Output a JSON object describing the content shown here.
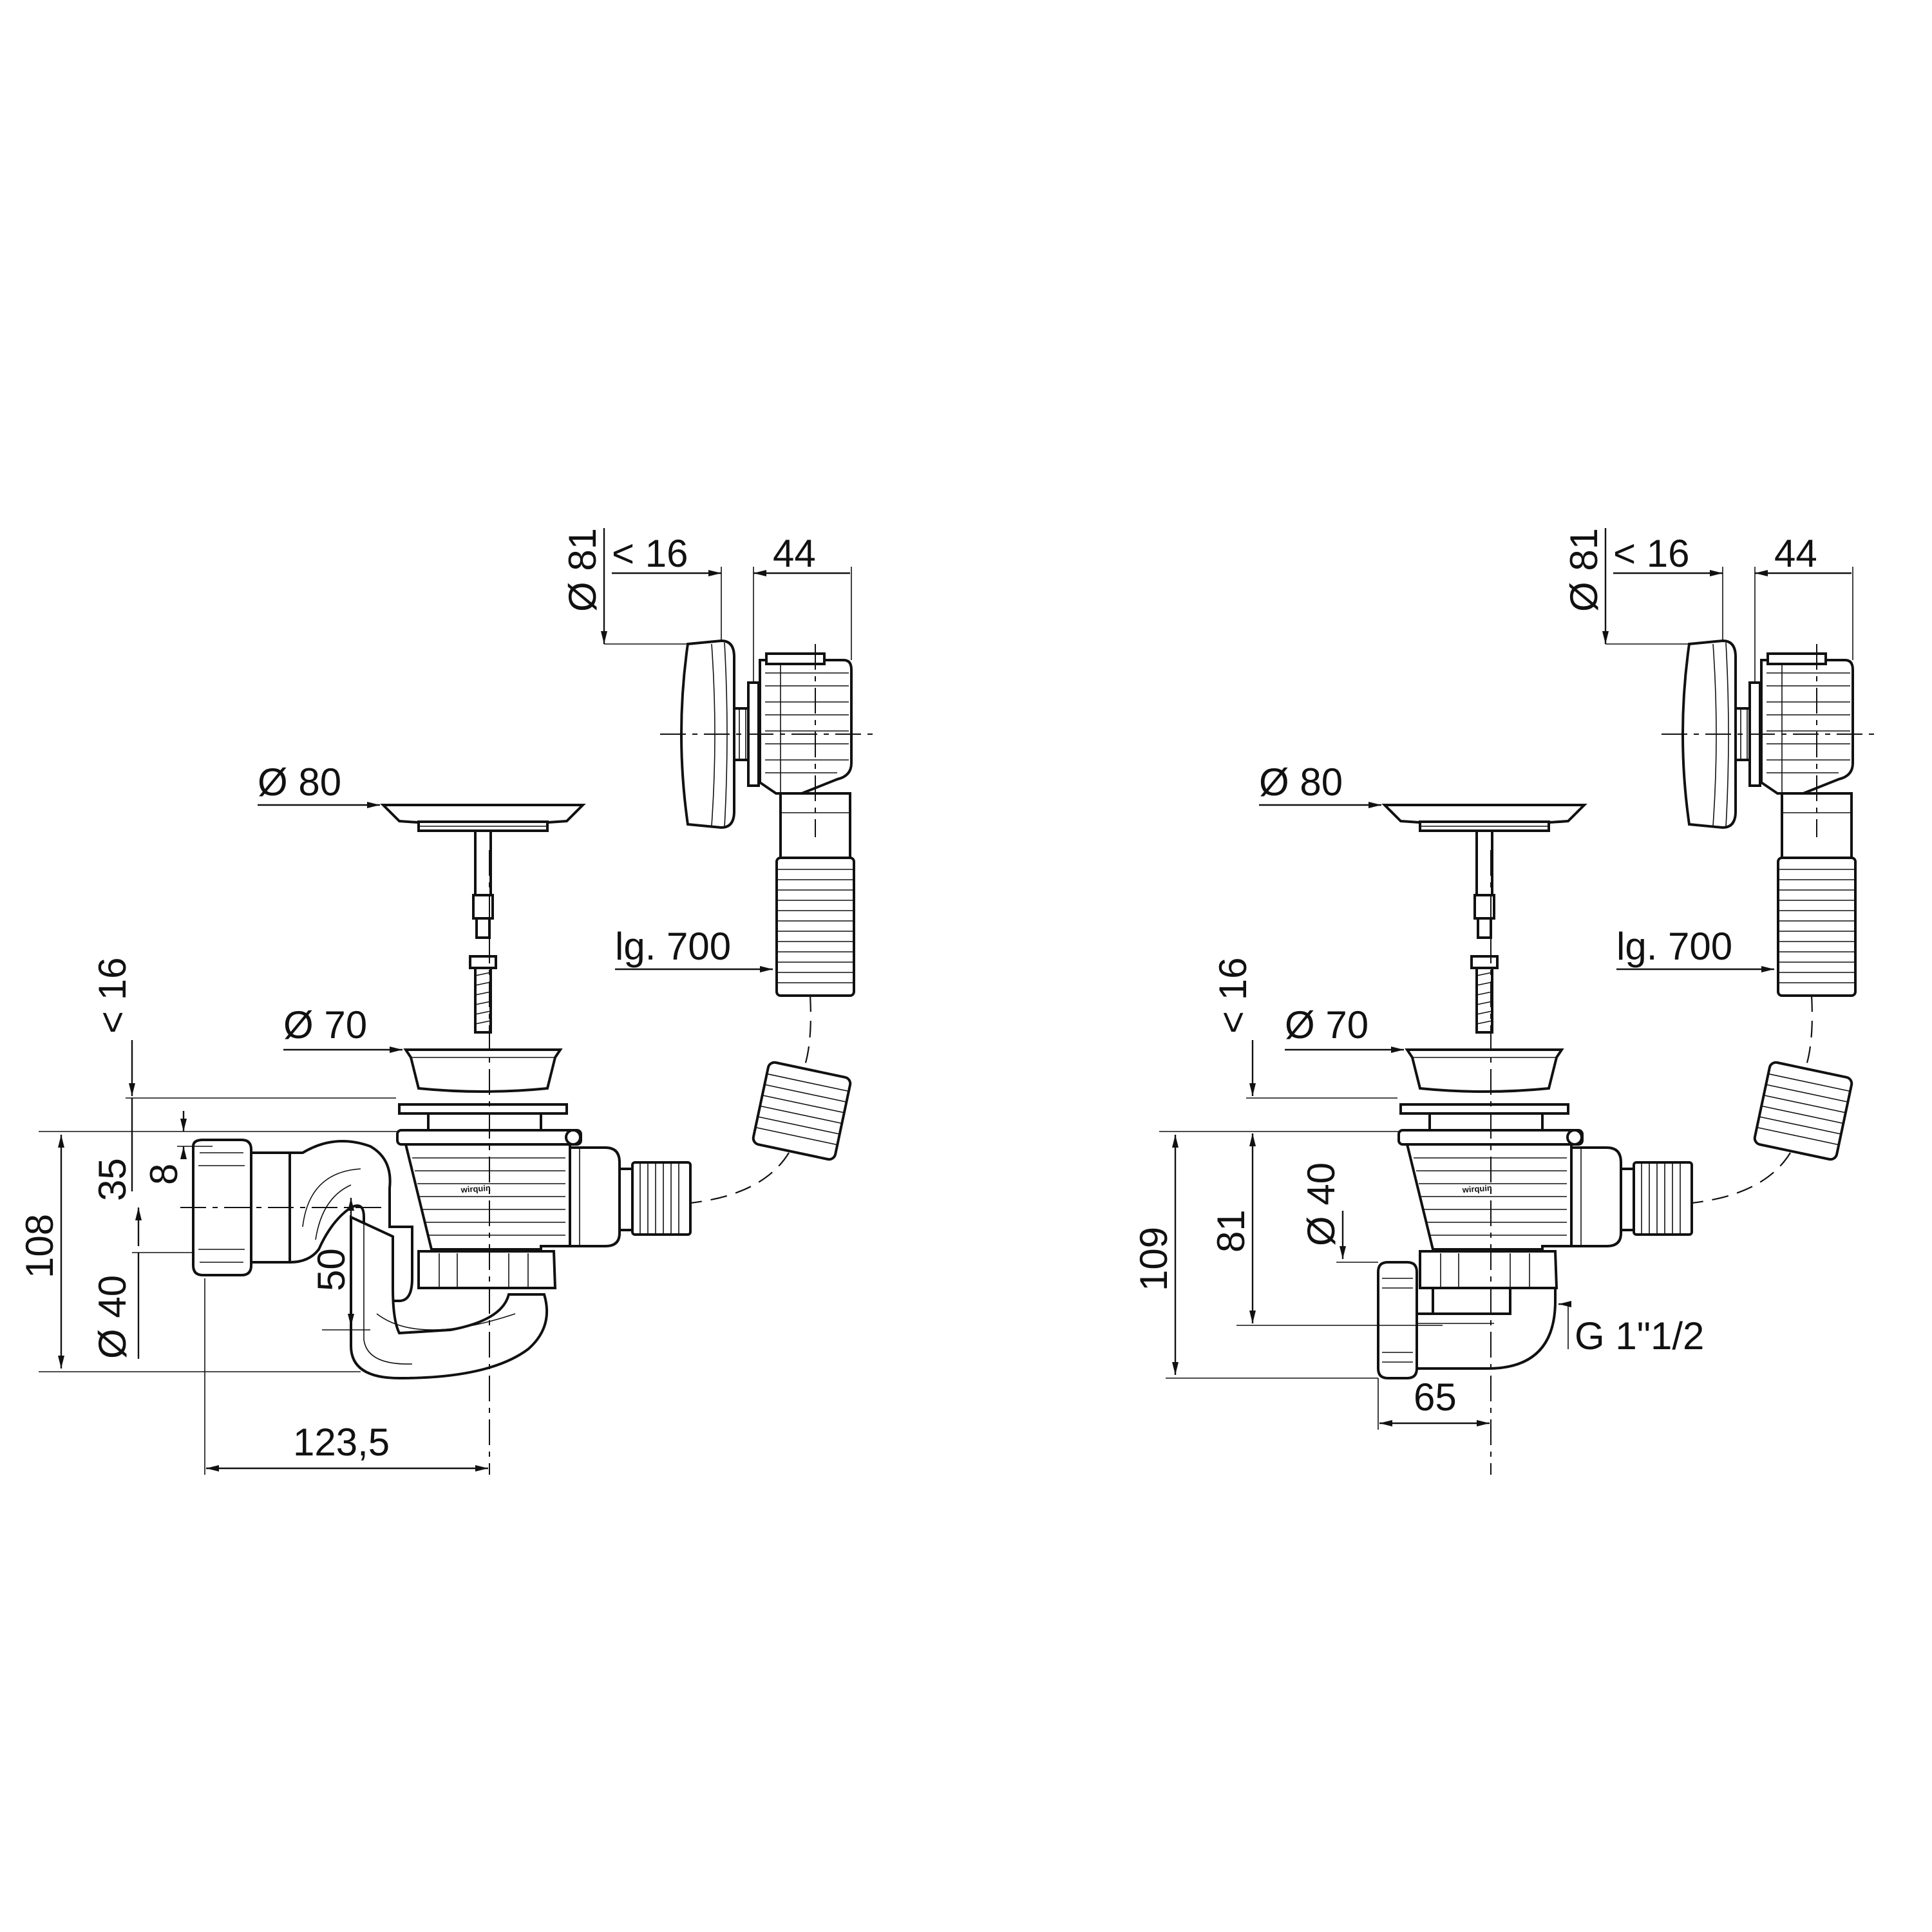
{
  "colors": {
    "line": "#111111",
    "background": "#ffffff"
  },
  "logo": "wirquin",
  "left": {
    "d81": "Ø 81",
    "lt16_top": "< 16",
    "w44": "44",
    "d80": "Ø 80",
    "lg700": "lg. 700",
    "lt16_side": "< 16",
    "d70": "Ø 70",
    "h35": "35",
    "h8": "8",
    "h108": "108",
    "h50": "50",
    "d40": "Ø 40",
    "w123": "123,5"
  },
  "right": {
    "d81": "Ø 81",
    "lt16_top": "< 16",
    "w44": "44",
    "d80": "Ø 80",
    "lg700": "lg. 700",
    "lt16_side": "< 16",
    "d70": "Ø 70",
    "d40": "Ø 40",
    "h81": "81",
    "h109": "109",
    "thread": "G 1\"1/2",
    "w65": "65"
  }
}
